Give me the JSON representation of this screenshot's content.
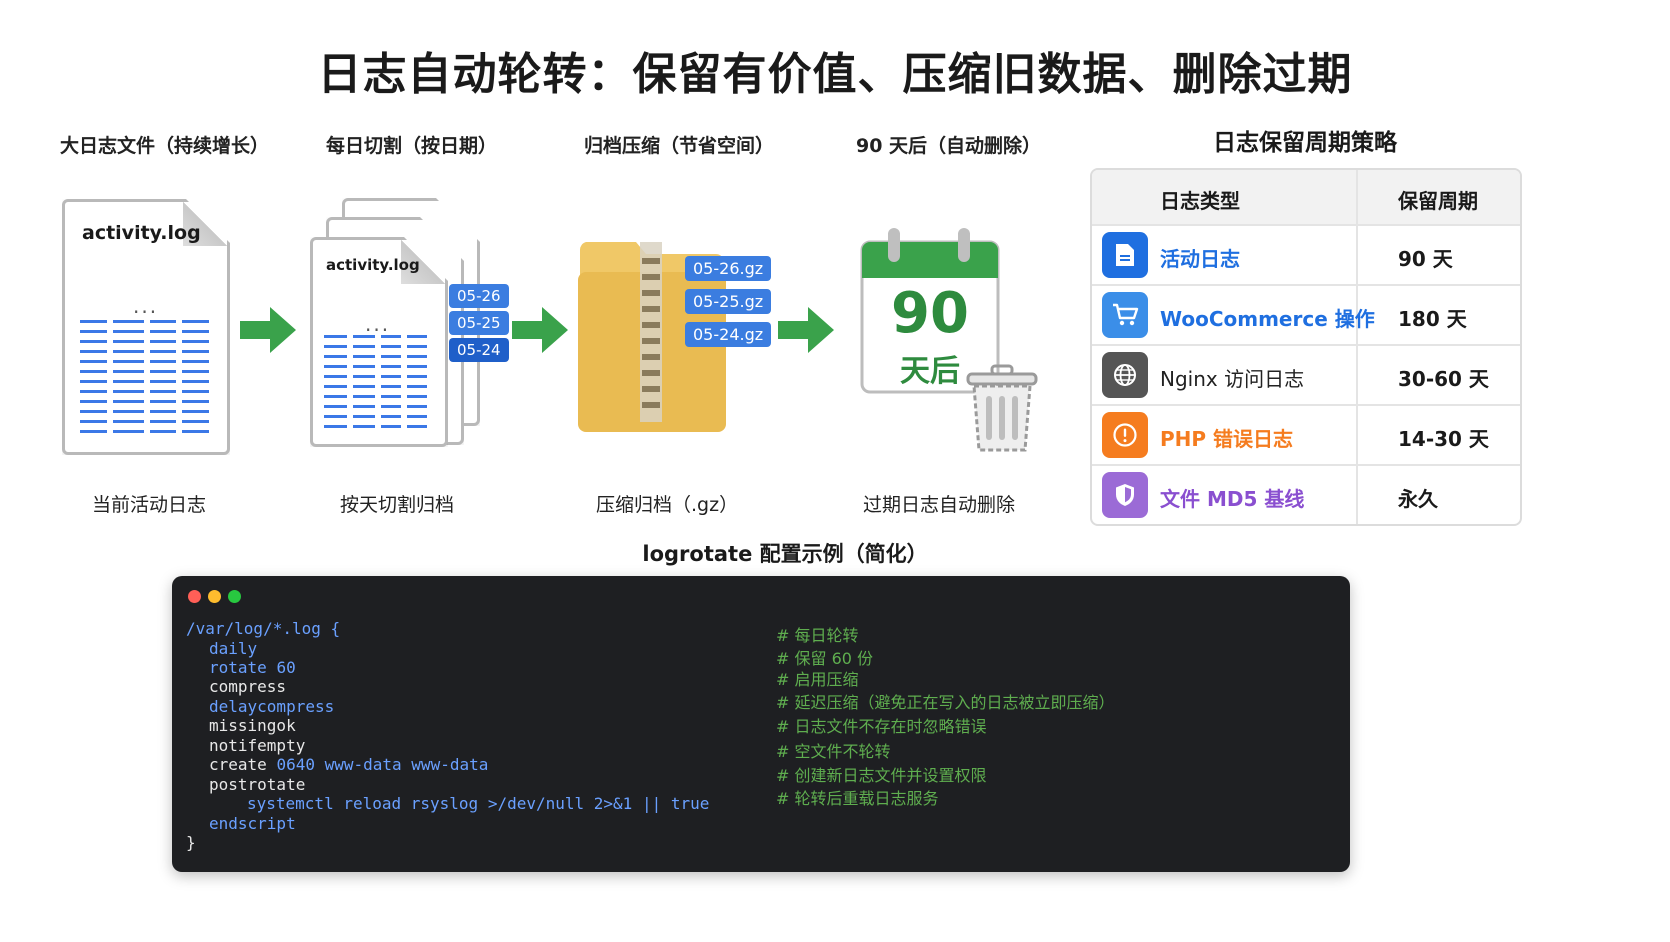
{
  "title": "日志自动轮转：保留有价值、压缩旧数据、删除过期",
  "stages": [
    {
      "label": "大日志文件（持续增长）",
      "caption": "当前活动日志",
      "file": "activity.log"
    },
    {
      "label": "每日切割（按日期）",
      "caption": "按天切割归档",
      "file": "activity.log",
      "tags": [
        "05-26",
        "05-25",
        "05-24"
      ]
    },
    {
      "label": "归档压缩（节省空间）",
      "caption": "压缩归档（.gz）",
      "tags": [
        "05-26.gz",
        "05-25.gz",
        "05-24.gz"
      ]
    },
    {
      "label": "90 天后（自动删除）",
      "caption": "过期日志自动删除",
      "calendar_number": "90",
      "calendar_text": "天后"
    }
  ],
  "ellipsis": "...",
  "retention": {
    "title": "日志保留周期策略",
    "headers": [
      "日志类型",
      "保留周期"
    ],
    "rows": [
      {
        "name": "活动日志",
        "period": "90 天",
        "icon": "document-icon",
        "color": "#1f6fe0",
        "text_color": "#1f6fe0"
      },
      {
        "name": "WooCommerce 操作",
        "period": "180 天",
        "icon": "cart-icon",
        "color": "#3b8ee8",
        "text_color": "#1f6fe0"
      },
      {
        "name": "Nginx 访问日志",
        "period": "30-60 天",
        "icon": "globe-icon",
        "color": "#555555",
        "text_color": "#222222"
      },
      {
        "name": "PHP 错误日志",
        "period": "14-30 天",
        "icon": "alert-icon",
        "color": "#f57c1f",
        "text_color": "#f57c1f"
      },
      {
        "name": "文件 MD5 基线",
        "period": "永久",
        "icon": "shield-icon",
        "color": "#9b6bd6",
        "text_color": "#8a4fd0"
      }
    ]
  },
  "config": {
    "title": "logrotate 配置示例（简化）",
    "open": "/var/log/*.log {",
    "lines": [
      {
        "k": "daily",
        "rest": "",
        "comment": "# 每日轮转"
      },
      {
        "k": "rotate",
        "rest": "60",
        "comment": "# 保留 60 份"
      },
      {
        "k": "compress",
        "rest": "",
        "comment": "# 启用压缩"
      },
      {
        "k": "delaycompress",
        "rest": "",
        "comment": "# 延迟压缩（避免正在写入的日志被立即压缩）"
      },
      {
        "k": "missingok",
        "rest": "",
        "comment": "# 日志文件不存在时忽略错误"
      },
      {
        "k": "notifempty",
        "rest": "",
        "comment": "# 空文件不轮转"
      },
      {
        "k": "create",
        "rest": "0640 www-data www-data",
        "comment": "# 创建新日志文件并设置权限"
      },
      {
        "k": "postrotate",
        "rest": "",
        "comment": "# 轮转后重载日志服务"
      }
    ],
    "script_line": "systemctl reload rsyslog >/dev/null 2>&1 || true",
    "endscript": "endscript",
    "close": "}"
  }
}
